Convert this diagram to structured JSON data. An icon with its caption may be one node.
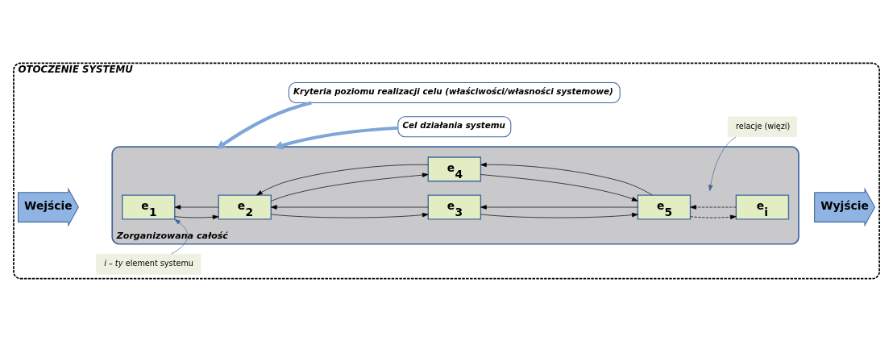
{
  "diagram": {
    "nodes": [
      {
        "text": [
          "OTOCZENIE SYSTEMU"
        ]
      },
      {
        "text": [
          "Zorganizowana całość"
        ],
        "in": 0
      },
      {
        "text": [
          "e$_{1}$"
        ],
        "in": 1
      },
      {
        "text": [
          "e$_{2}$"
        ],
        "in": 1
      },
      {
        "text": [
          "e$_{3}$"
        ],
        "in": 1
      },
      {
        "text": [
          "e$_{4}$"
        ],
        "in": 1
      },
      {
        "text": [
          "e$_{5}$"
        ],
        "in": 1
      },
      {
        "text": [
          "e$_{i}$"
        ],
        "in": 1
      },
      {
        "text": [
          "Wejście"
        ],
        "in": 0
      },
      {
        "text": [
          "Wyjście"
        ],
        "in": 0
      },
      {
        "text": [
          "Cel działania systemu"
        ],
        "in": 0
      },
      {
        "text": [
          "Kryteria poziomu realizacji celu (właściwości/własności systemowe)"
        ],
        "in": 0
      },
      {
        "text": [
          "*i – ty* element systemu"
        ],
        "in": 0
      },
      {
        "text": [
          "relacje (więzi)"
        ],
        "in": 0
      }
    ],
    "edges": [
      {
        "from": 2,
        "to": 3,
        "arrow": "to"
      },
      {
        "from": 3,
        "to": 2,
        "arrow": "to"
      },
      {
        "from": 3,
        "to": 4,
        "arrow": "to"
      },
      {
        "from": 4,
        "to": 3,
        "arrow": "to"
      },
      {
        "from": 4,
        "to": 6,
        "arrow": "to"
      },
      {
        "from": 6,
        "to": 4,
        "arrow": "to"
      },
      {
        "from": 3,
        "to": 5,
        "arrow": "to"
      },
      {
        "from": 5,
        "to": 3,
        "arrow": "to"
      },
      {
        "from": 6,
        "to": 5,
        "arrow": "to"
      },
      {
        "from": 5,
        "to": 6,
        "arrow": "to"
      },
      {
        "from": 6,
        "to": 7,
        "arrow": "to",
        "style": "dashed"
      },
      {
        "from": 7,
        "to": 6,
        "arrow": "to",
        "style": "dashed"
      },
      {
        "from": 10,
        "to": 1,
        "arrow": "to",
        "style": "thick",
        "color": "#7ea6d8"
      },
      {
        "from": 11,
        "to": 1,
        "arrow": "to",
        "style": "thick",
        "color": "#7ea6d8"
      },
      {
        "from": 12,
        "to": 2,
        "arrow": "to",
        "color": "#41679e"
      },
      {
        "from": 13,
        "to": null,
        "arrow": "to",
        "color": "#41679e"
      }
    ]
  }
}
